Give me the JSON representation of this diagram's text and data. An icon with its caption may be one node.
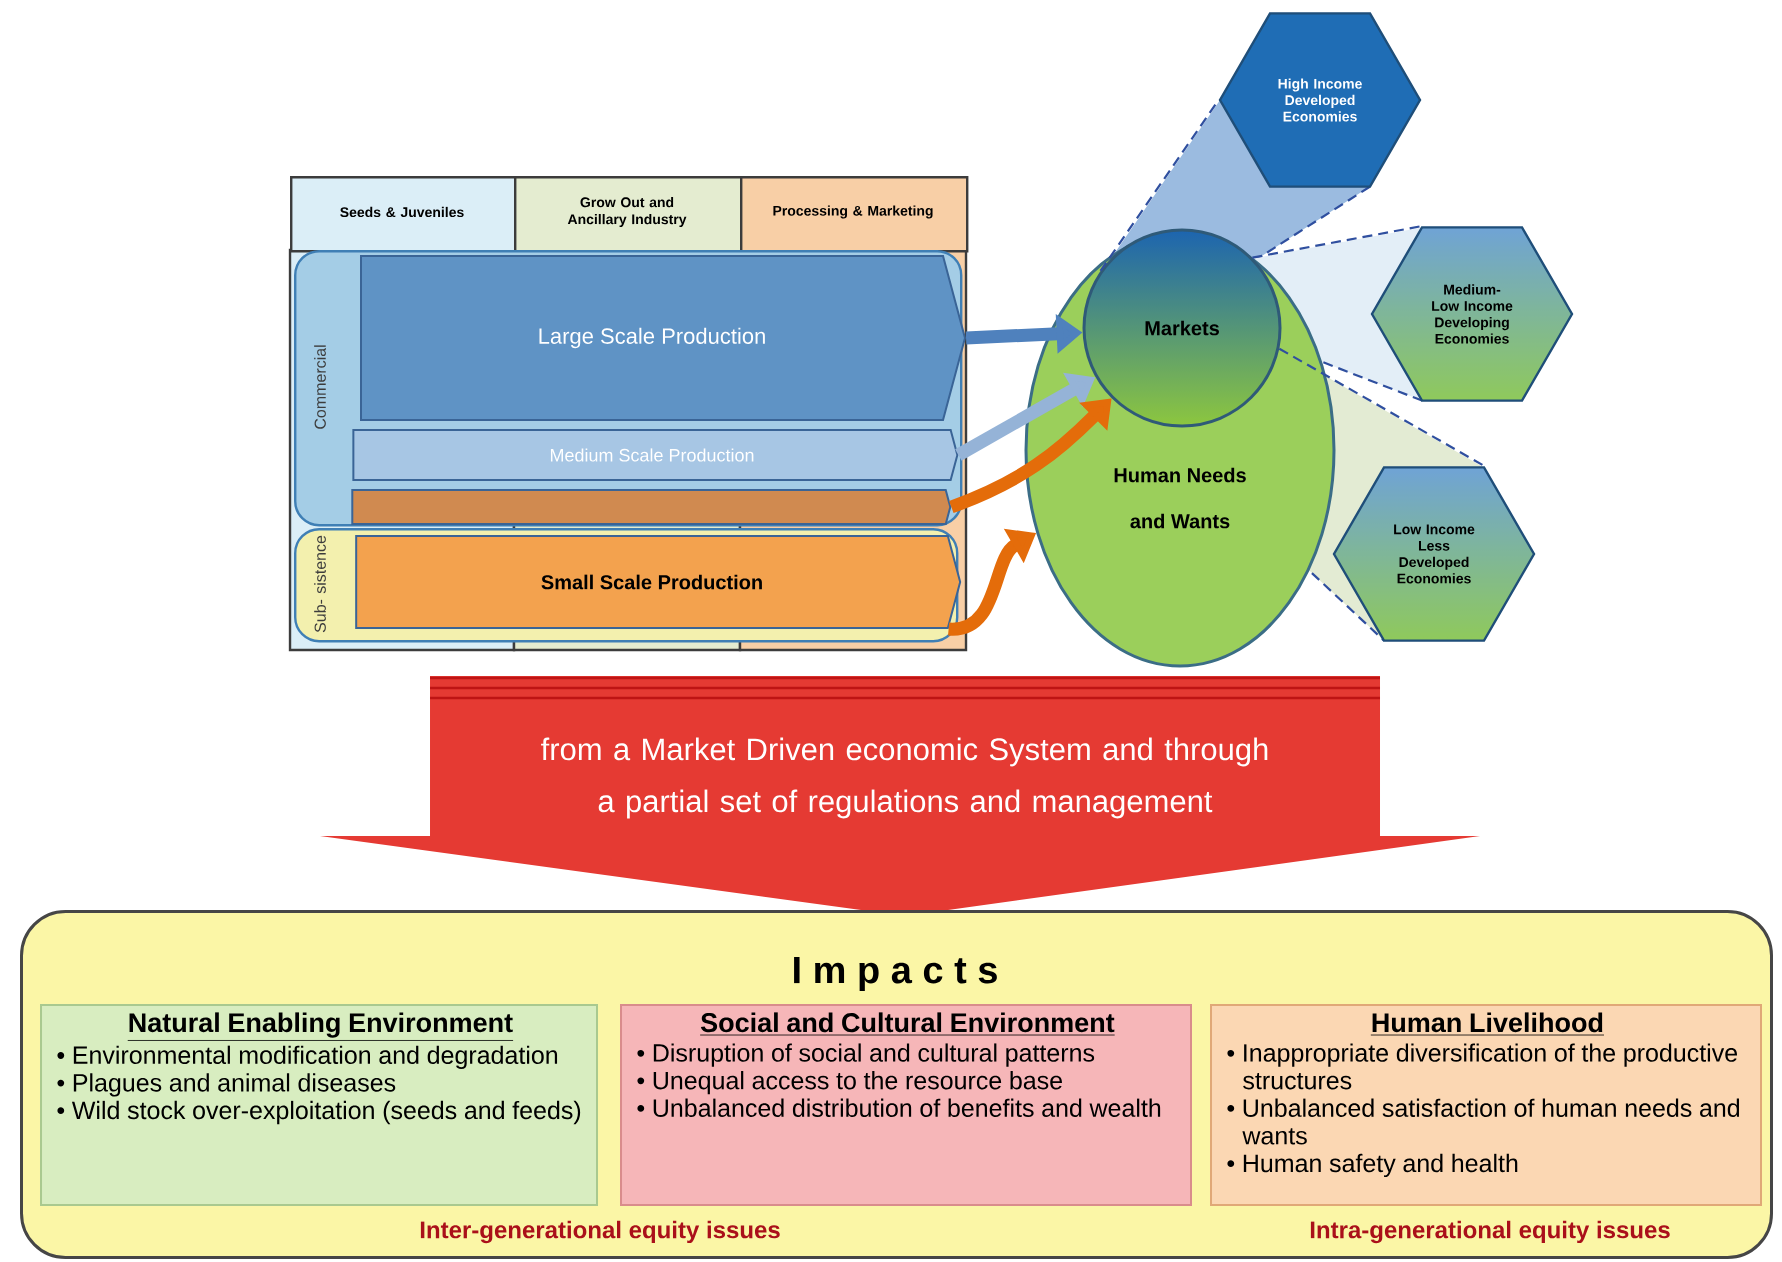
{
  "diagram": {
    "nodes": [
      {
        "text": [
          "Seeds & Juveniles"
        ]
      },
      {
        "text": [
          "Grow Out and Ancillary Industry"
        ]
      },
      {
        "text": [
          "Processing & Marketing"
        ]
      },
      {
        "text": [
          "Commercial"
        ]
      },
      {
        "text": [
          "Sub- sistence"
        ]
      },
      {
        "text": [
          "Large Scale Production"
        ],
        "in": 3
      },
      {
        "text": [
          "Medium Scale Production"
        ],
        "in": 3
      },
      {
        "text": [],
        "shape": "bar",
        "in": 3
      },
      {
        "text": [
          "Small Scale Production"
        ],
        "in": 4
      },
      {
        "text": [
          "Markets"
        ],
        "in": 10
      },
      {
        "text": [
          "Human Needs and Wants"
        ]
      },
      {
        "text": [
          "High Income Developed Economies"
        ]
      },
      {
        "text": [
          "Medium-Low Income Developing Economies"
        ]
      },
      {
        "text": [
          "Low Income Less Developed Economies"
        ]
      },
      {
        "text": [
          "from a Market Driven economic System and through a partial set of regulations and management"
        ]
      },
      {
        "text": [
          "I m p a c t s",
          "Inter-generational equity issues",
          "Intra-generational equity issues"
        ]
      },
      {
        "text": [
          "Natural Enabling Environment",
          "• Environmental modification and degradation",
          "• Plagues and animal diseases",
          "• Wild stock over-exploitation (seeds and feeds)"
        ],
        "in": 15
      },
      {
        "text": [
          "Social and Cultural Environment",
          "• Disruption of social and cultural patterns",
          "• Unequal access to the resource base",
          "• Unbalanced distribution of benefits and wealth"
        ],
        "in": 15
      },
      {
        "text": [
          "Human Livelihood",
          "• Inappropriate diversification of the productive structures",
          "• Unbalanced satisfaction of human needs and wants",
          "• Human safety and health"
        ],
        "in": 15
      }
    ],
    "edges": [
      {
        "from": 5,
        "to": 9,
        "arrow": "to",
        "color": "#4f81bd"
      },
      {
        "from": 6,
        "to": 9,
        "arrow": "to",
        "color": "#95b3d7"
      },
      {
        "from": 7,
        "to": 9,
        "arrow": "to",
        "color": "#e46c0a"
      },
      {
        "from": 8,
        "to": 10,
        "arrow": "to",
        "color": "#e46c0a"
      },
      {
        "from": 9,
        "to": 11,
        "arrow": "none",
        "style": "dashed",
        "color": "#2f4f9f"
      },
      {
        "from": 9,
        "to": 12,
        "arrow": "none",
        "style": "dashed",
        "color": "#2f4f9f"
      },
      {
        "from": 9,
        "to": 13,
        "arrow": "none",
        "style": "dashed",
        "color": "#2f4f9f"
      }
    ]
  }
}
